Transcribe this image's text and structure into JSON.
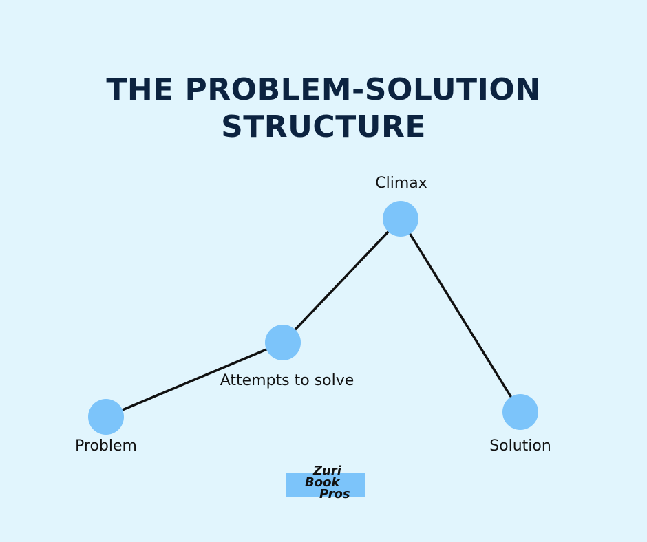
{
  "title": {
    "line1": "THE PROBLEM-SOLUTION",
    "line2": "STRUCTURE"
  },
  "nodes": [
    {
      "label": "Problem"
    },
    {
      "label": "Attempts to solve"
    },
    {
      "label": "Climax"
    },
    {
      "label": "Solution"
    }
  ],
  "logo": {
    "line1": "Zuri",
    "line2": "Book",
    "line3": "Pros"
  },
  "colors": {
    "background": "#e1f5fd",
    "title": "#0c2340",
    "node_fill": "#7cc4fa",
    "connector": "#111111"
  }
}
